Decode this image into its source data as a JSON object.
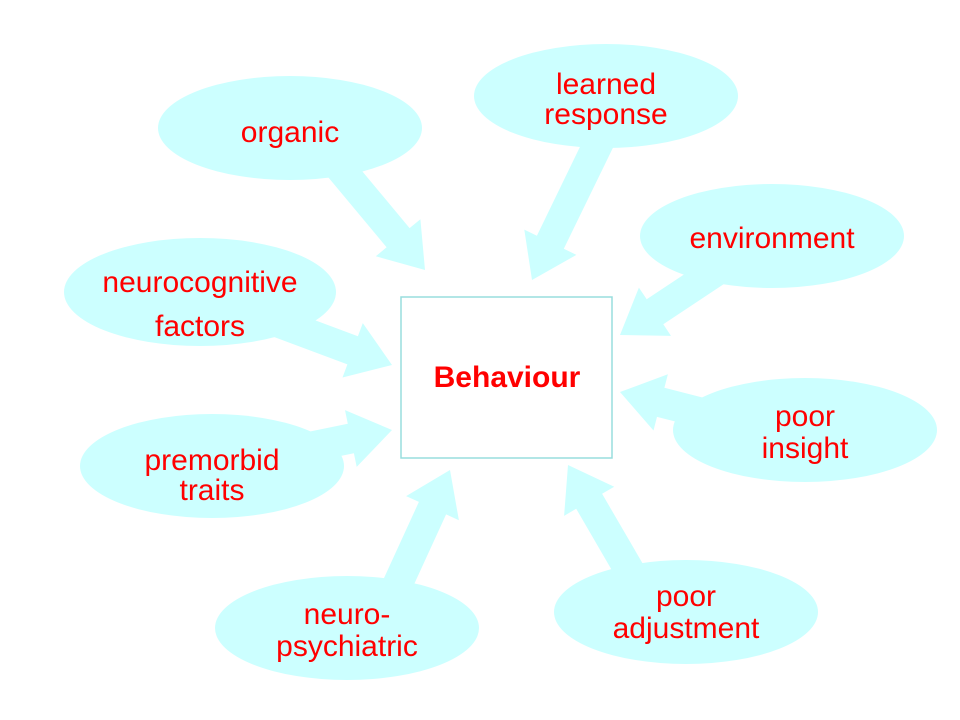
{
  "center": {
    "label": "Behaviour"
  },
  "colors": {
    "bubble": "#ccffff",
    "box_border": "#99dddd",
    "text": "#ff0000"
  },
  "nodes": [
    {
      "id": "organic",
      "lines": [
        "organic"
      ]
    },
    {
      "id": "learned-response",
      "lines": [
        "learned",
        "response"
      ]
    },
    {
      "id": "environment",
      "lines": [
        "environment"
      ]
    },
    {
      "id": "neurocognitive-factors",
      "lines": [
        "neurocognitive",
        "factors"
      ]
    },
    {
      "id": "premorbid-traits",
      "lines": [
        "premorbid",
        "traits"
      ]
    },
    {
      "id": "poor-insight",
      "lines": [
        "poor",
        "insight"
      ]
    },
    {
      "id": "neuro-psychiatric",
      "lines": [
        "neuro-",
        "psychiatric"
      ]
    },
    {
      "id": "poor-adjustment",
      "lines": [
        "poor",
        "adjustment"
      ]
    }
  ]
}
